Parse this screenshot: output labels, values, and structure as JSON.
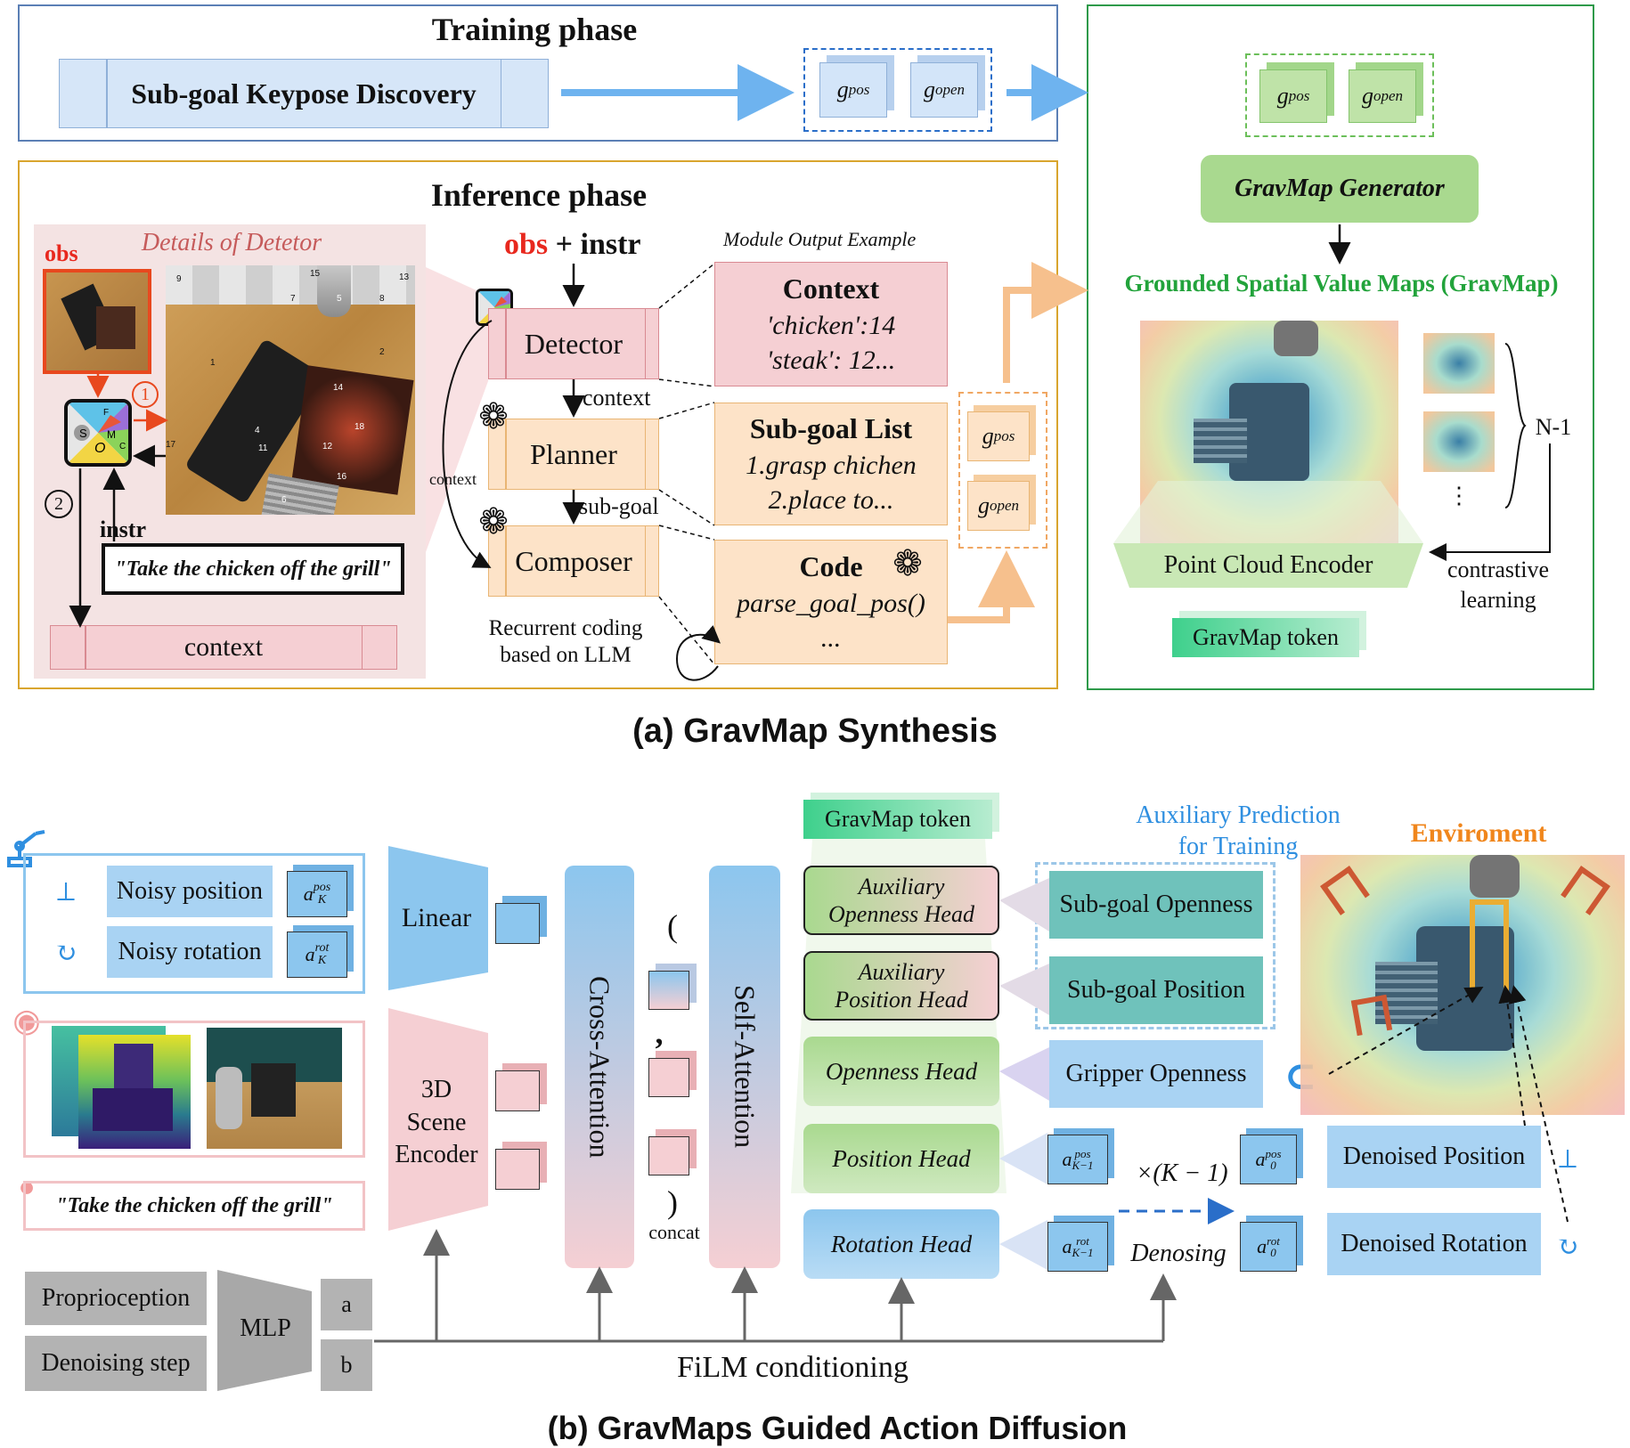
{
  "training": {
    "title": "Training phase",
    "keypose_label": "Sub-goal Keypose Discovery",
    "cube_pos": "g",
    "cube_pos_sup": "pos",
    "cube_open": "g",
    "cube_open_sup": "open"
  },
  "inference": {
    "title": "Inference phase",
    "details_title": "Details of Detetor",
    "obs_label": "obs",
    "instr_label": "instr",
    "instr_text": "\"Take the chicken off the grill\"",
    "context_box": "context",
    "circle_1": "1",
    "circle_2": "2",
    "detector_letters": [
      "F",
      "S",
      "M",
      "O",
      "C"
    ],
    "grid_numbers": [
      "9",
      "15",
      "5",
      "13",
      "7",
      "8",
      "2",
      "1",
      "14",
      "18",
      "4",
      "11",
      "12",
      "16",
      "6",
      "17"
    ],
    "header_obs": "obs",
    "header_plus": "+",
    "header_instr": "instr",
    "module_output_title": "Module Output Example",
    "detector": "Detector",
    "planner": "Planner",
    "composer": "Composer",
    "arrow_context": "context",
    "arrow_subgoal": "sub-goal",
    "side_context": "context",
    "recurrent_line1": "Recurrent coding",
    "recurrent_line2": "based on LLM",
    "out_context_title": "Context",
    "out_context_l1": "'chicken':14",
    "out_context_l2": "'steak': 12...",
    "out_subgoal_title": "Sub-goal List",
    "out_subgoal_l1": "1.grasp chichen",
    "out_subgoal_l2": "2.place to...",
    "out_code_title": "Code",
    "out_code_l1": "parse_goal_pos()",
    "out_code_l2": "..."
  },
  "gravmap": {
    "generator": "GravMap Generator",
    "heading": "Grounded Spatial Value Maps (GravMap)",
    "n_minus_1": "N-1",
    "dots": "⋮",
    "encoder": "Point Cloud Encoder",
    "contrastive_l1": "contrastive",
    "contrastive_l2": "learning",
    "token": "GravMap token"
  },
  "caption_a": "(a) GravMap Synthesis",
  "caption_b": "(b) GravMaps Guided Action Diffusion",
  "diffusion": {
    "noisy_position": "Noisy position",
    "noisy_rotation": "Noisy rotation",
    "a_k_pos": "a",
    "a_k_pos_sup": "pos",
    "a_k_sub": "K",
    "a_k_rot_sup": "rot",
    "instr_text": "\"Take the chicken off the grill\"",
    "proprioception": "Proprioception",
    "denoising_step": "Denoising step",
    "mlp": "MLP",
    "mlp_a": "a",
    "mlp_b": "b",
    "linear": "Linear",
    "scene_encoder_l1": "3D",
    "scene_encoder_l2": "Scene",
    "scene_encoder_l3": "Encoder",
    "cross_attention": "Cross-Attention",
    "self_attention": "Self-Attention",
    "concat": "concat",
    "gravmap_token": "GravMap token",
    "aux_prediction_l1": "Auxiliary Prediction",
    "aux_prediction_l2": "for Training",
    "aux_open_head_l1": "Auxiliary",
    "aux_open_head_l2": "Openness Head",
    "aux_pos_head_l1": "Auxiliary",
    "aux_pos_head_l2": "Position Head",
    "openness_head": "Openness Head",
    "position_head": "Position Head",
    "rotation_head": "Rotation Head",
    "subgoal_openness": "Sub-goal Openness",
    "subgoal_position": "Sub-goal Position",
    "gripper_openness": "Gripper Openness",
    "a_km1_sub": "K−1",
    "a_0_sub": "0",
    "times_label": "×(K − 1)",
    "denoising": "Denosing",
    "denoised_position": "Denoised Position",
    "denoised_rotation": "Denoised Rotation",
    "environment": "Enviroment",
    "film": "FiLM conditioning"
  },
  "colors": {
    "training_border": "#5b7fb5",
    "inference_border": "#d9a52e",
    "gravmap_border": "#2e9a4a",
    "heading_green": "#22a33b",
    "obs_red": "#e8281e",
    "aux_blue": "#2f8fe0",
    "env_orange": "#f0861c"
  }
}
